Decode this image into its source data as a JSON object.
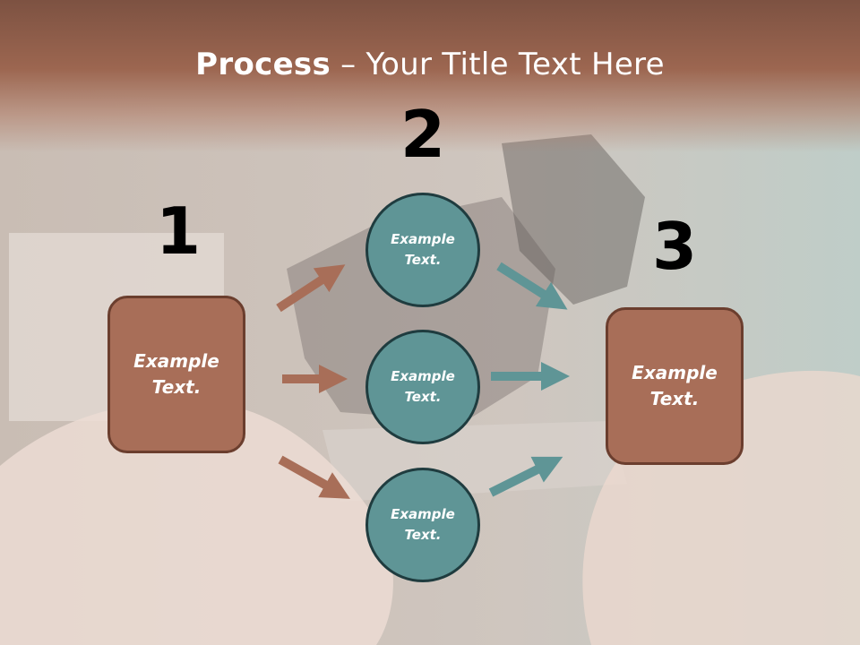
{
  "title": {
    "bold": "Process",
    "rest": " – Your Title Text Here"
  },
  "steps": [
    {
      "number": "1"
    },
    {
      "number": "2"
    },
    {
      "number": "3"
    }
  ],
  "left_box": {
    "text": "Example Text."
  },
  "circles": [
    {
      "text": "Example Text."
    },
    {
      "text": "Example Text."
    },
    {
      "text": "Example Text."
    }
  ],
  "right_box": {
    "text": "Example Text."
  },
  "colors": {
    "title_band": "#9c6650",
    "box_fill": "#a86e58",
    "box_border": "#6b3e2e",
    "circle_fill": "#5f9596",
    "circle_border": "#1f3c3f",
    "arrow_brown": "#a86e58",
    "arrow_teal": "#5f9596"
  }
}
